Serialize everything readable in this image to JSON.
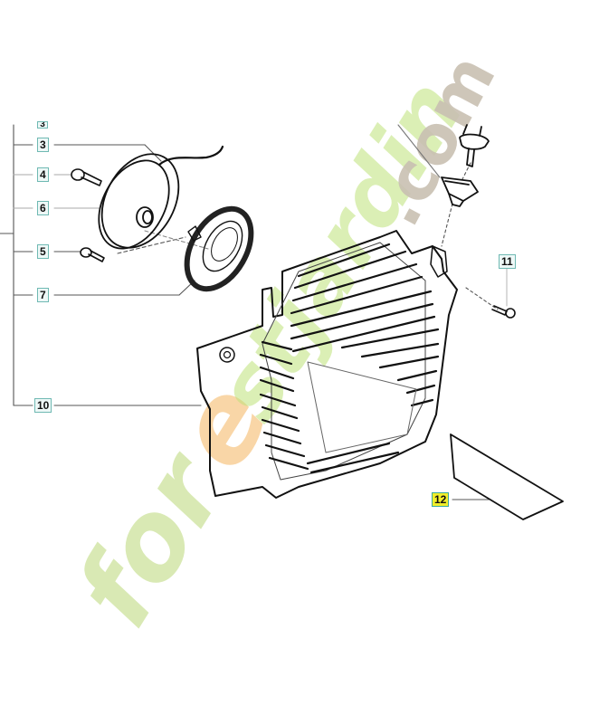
{
  "diagram": {
    "type": "exploded-parts-diagram",
    "subject": "starter recoil / fan housing assembly",
    "callouts": [
      {
        "id": "partial-top",
        "label": "3",
        "partial": true
      },
      {
        "id": "c3",
        "label": "3"
      },
      {
        "id": "c4",
        "label": "4"
      },
      {
        "id": "c6",
        "label": "6"
      },
      {
        "id": "c5",
        "label": "5"
      },
      {
        "id": "c7",
        "label": "7"
      },
      {
        "id": "c10",
        "label": "10"
      },
      {
        "id": "c11",
        "label": "11"
      },
      {
        "id": "c12",
        "label": "12",
        "highlighted": true
      }
    ],
    "parts": [
      {
        "ref": "3",
        "name": "starter-rope"
      },
      {
        "ref": "4",
        "name": "screw"
      },
      {
        "ref": "6",
        "name": "rope-pulley"
      },
      {
        "ref": "5",
        "name": "screw"
      },
      {
        "ref": "7",
        "name": "recoil-spring-cassette"
      },
      {
        "ref": "10",
        "name": "starter-fan-housing"
      },
      {
        "ref": "11",
        "name": "screw"
      },
      {
        "ref": "12",
        "name": "label-plate"
      }
    ],
    "colors": {
      "line": "#111111",
      "leader": "#555555",
      "callout_border": "#6fb9b3",
      "callout_highlight": "#f1ee2a",
      "watermark_green": "#cfe3a3",
      "watermark_orange": "#f7c98a",
      "watermark_gray": "#cbc3b6"
    }
  },
  "watermark": {
    "text_part1": "forestj",
    "text_part2": "ardin",
    "text_part3": ".com"
  }
}
